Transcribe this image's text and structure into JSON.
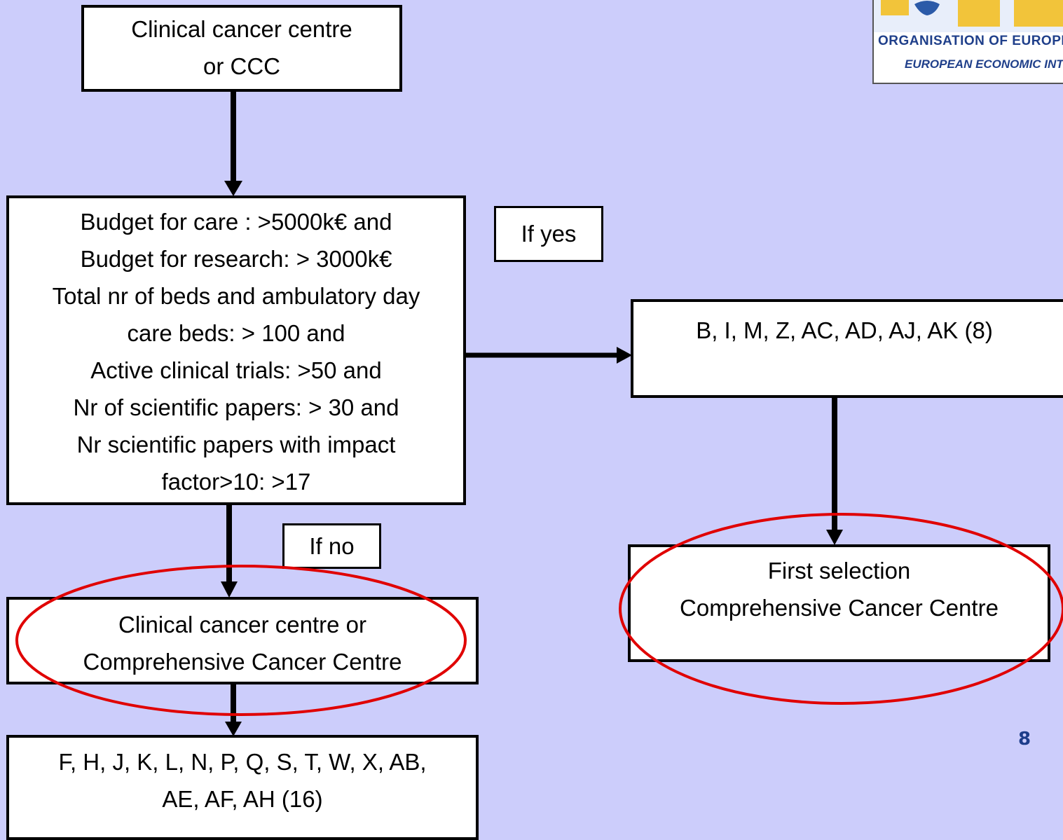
{
  "nodes": {
    "start": {
      "lines": [
        "Clinical cancer centre",
        "or CCC"
      ]
    },
    "criteria": {
      "lines": [
        "Budget for care : >5000k€ and",
        "Budget for research: > 3000k€",
        "Total nr of beds and ambulatory day",
        "care beds:  > 100 and",
        "Active clinical trials: >50 and",
        "Nr of scientific papers: > 30 and",
        "Nr scientific papers with impact",
        "factor>10:  >17"
      ]
    },
    "yes_result": {
      "lines": [
        "B, I, M, Z, AC, AD, AJ, AK (8)"
      ]
    },
    "first_selection": {
      "lines": [
        "First selection",
        "Comprehensive Cancer Centre"
      ]
    },
    "no_result": {
      "lines": [
        "Clinical cancer centre or",
        "Comprehensive Cancer Centre"
      ]
    },
    "no_list": {
      "lines": [
        "F, H, J, K, L, N, P, Q, S, T, W, X, AB,",
        "AE, AF, AH (16)"
      ]
    }
  },
  "labels": {
    "if_yes": "If yes",
    "if_no": "If no"
  },
  "logo": {
    "line1": "ORGANISATION OF EUROPEAN CA",
    "line2": "EUROPEAN ECONOMIC INTERES"
  },
  "page_number": "8",
  "colors": {
    "background": "#cccdfb",
    "highlight_ellipse": "#e00000",
    "logo_text": "#1f3f8a"
  }
}
